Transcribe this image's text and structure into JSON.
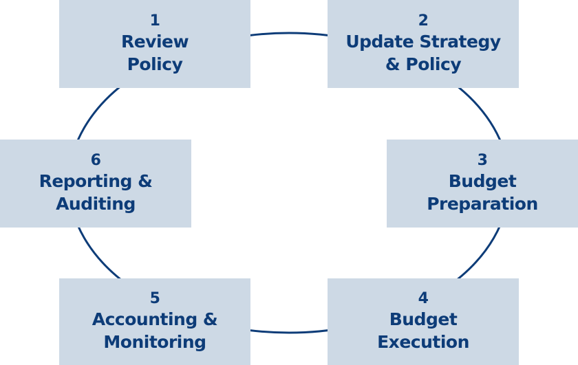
{
  "steps": [
    {
      "number": "1",
      "line1": "Review",
      "line2": "Policy"
    },
    {
      "number": "2",
      "line1": "Update Strategy",
      "line2": "& Policy"
    },
    {
      "number": "3",
      "line1": "Budget",
      "line2": "Preparation"
    },
    {
      "number": "4",
      "line1": "Budget",
      "line2": "Execution"
    },
    {
      "number": "5",
      "line1": "Accounting &",
      "line2": "Monitoring"
    },
    {
      "number": "6",
      "line1": "Reporting &",
      "line2": "Auditing"
    }
  ],
  "colors": {
    "box_fill": "#cdd9e5",
    "text": "#0d3c78",
    "cycle_line": "#0d3c78"
  }
}
